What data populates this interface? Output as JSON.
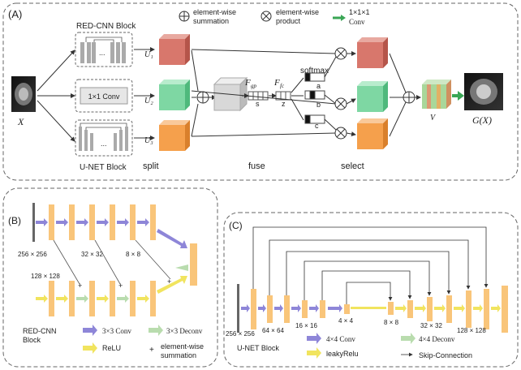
{
  "panel_a": {
    "label": "(A)",
    "input_label": "X",
    "output_label": "G(X)",
    "red_cnn_block": "RED-CNN Block",
    "unet_block": "U-NET Block",
    "conv_1x1": "1×1 Conv",
    "branch_labels": [
      "U₁",
      "U₂",
      "U₃"
    ],
    "fgp": "F",
    "fgp_sub": "gp",
    "ffc": "F",
    "ffc_sub": "fc",
    "s": "s",
    "z": "z",
    "softmax": "softmax",
    "a": "a",
    "b": "b",
    "c": "c",
    "v": "V",
    "split": "split",
    "fuse": "fuse",
    "select": "select",
    "legend": {
      "sum": "element-wise summation",
      "sum_l1": "element-wise",
      "sum_l2": "summation",
      "prod_l1": "element-wise",
      "prod_l2": "product",
      "conv_l1": "1×1×1",
      "conv_l2": "Conv"
    }
  },
  "panel_b": {
    "label": "(B)",
    "size_256": "256 × 256",
    "size_128": "128 × 128",
    "size_32": "32 × 32",
    "size_8": "8 × 8",
    "block_name_l1": "RED-CNN",
    "block_name_l2": "Block",
    "legend_conv": "3×3 Conv",
    "legend_deconv": "3×3 Deconv",
    "legend_relu": "ReLU",
    "legend_sum_l1": "element-wise",
    "legend_sum_l2": "summation"
  },
  "panel_c": {
    "label": "(C)",
    "sizes": [
      "256 × 256",
      "64 × 64",
      "16 × 16",
      "4 × 4",
      "8 × 8",
      "32 × 32",
      "128 × 128"
    ],
    "block_name": "U-NET Block",
    "legend_conv": "4×4 Conv",
    "legend_deconv": "4×4 Deconv",
    "legend_relu": "leakyRelu",
    "legend_skip": "Skip-Connection"
  },
  "colors": {
    "orange": "#f9c57a",
    "purple": "#8e86d8",
    "green": "#b9dcae",
    "yellow": "#f1e45e",
    "red_cube": "#d8776c",
    "green_cube": "#7ed7a3",
    "orange_cube": "#f5a04c"
  }
}
